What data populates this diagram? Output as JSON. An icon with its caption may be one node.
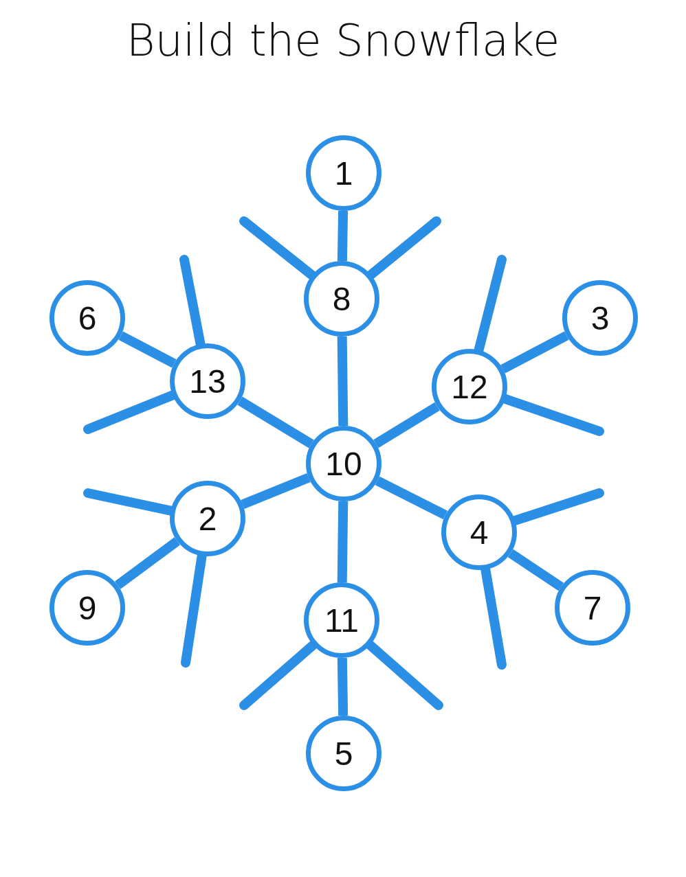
{
  "diagram": {
    "title": "Build the Snowflake",
    "nodes": [
      {
        "text": [
          "1"
        ]
      },
      {
        "text": [
          "8"
        ]
      },
      {
        "text": [
          "6"
        ]
      },
      {
        "text": [
          "3"
        ]
      },
      {
        "text": [
          "13"
        ]
      },
      {
        "text": [
          "12"
        ]
      },
      {
        "text": [
          "10"
        ]
      },
      {
        "text": [
          "2"
        ]
      },
      {
        "text": [
          "4"
        ]
      },
      {
        "text": [
          "9"
        ]
      },
      {
        "text": [
          "7"
        ]
      },
      {
        "text": [
          "11"
        ]
      },
      {
        "text": [
          "5"
        ]
      }
    ],
    "edges": [
      {
        "from": 0,
        "to": 1,
        "arrow": "none"
      },
      {
        "from": 1,
        "to": 6,
        "arrow": "none"
      },
      {
        "from": 4,
        "to": 6,
        "arrow": "none"
      },
      {
        "from": 5,
        "to": 6,
        "arrow": "none"
      },
      {
        "from": 7,
        "to": 6,
        "arrow": "none"
      },
      {
        "from": 8,
        "to": 6,
        "arrow": "none"
      },
      {
        "from": 11,
        "to": 6,
        "arrow": "none"
      },
      {
        "from": 2,
        "to": 4,
        "arrow": "none"
      },
      {
        "from": 3,
        "to": 5,
        "arrow": "none"
      },
      {
        "from": 9,
        "to": 7,
        "arrow": "none"
      },
      {
        "from": 10,
        "to": 8,
        "arrow": "none"
      },
      {
        "from": 12,
        "to": 11,
        "arrow": "none"
      },
      {
        "from": 1,
        "to": null,
        "arrow": "none"
      },
      {
        "from": 1,
        "to": null,
        "arrow": "none"
      },
      {
        "from": 4,
        "to": null,
        "arrow": "none"
      },
      {
        "from": 4,
        "to": null,
        "arrow": "none"
      },
      {
        "from": 5,
        "to": null,
        "arrow": "none"
      },
      {
        "from": 5,
        "to": null,
        "arrow": "none"
      },
      {
        "from": 7,
        "to": null,
        "arrow": "none"
      },
      {
        "from": 7,
        "to": null,
        "arrow": "none"
      },
      {
        "from": 8,
        "to": null,
        "arrow": "none"
      },
      {
        "from": 8,
        "to": null,
        "arrow": "none"
      },
      {
        "from": 11,
        "to": null,
        "arrow": "none"
      },
      {
        "from": 11,
        "to": null,
        "arrow": "none"
      }
    ]
  }
}
